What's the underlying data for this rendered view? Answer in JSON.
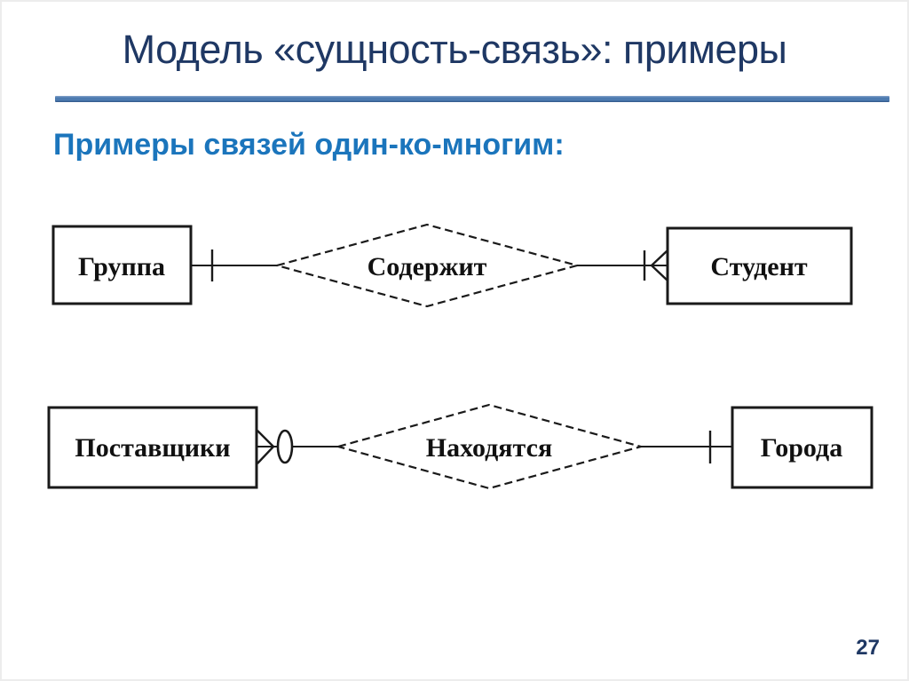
{
  "slide": {
    "title": "Модель «сущность-связь»: примеры",
    "subtitle": "Примеры связей один-ко-многим:",
    "page_number": "27",
    "colors": {
      "title_text": "#1f3864",
      "subtitle_text": "#1b75bc",
      "divider": "#4d7bb0",
      "diagram_stroke": "#1a1a1a",
      "background": "#ffffff"
    }
  },
  "diagrams": [
    {
      "id": "group-contains-student",
      "left_entity": "Группа",
      "relationship": "Содержит",
      "right_entity": "Студент",
      "left_cardinality": "one (single tick)",
      "right_cardinality": "many (tick + crow's foot)"
    },
    {
      "id": "suppliers-located-in-cities",
      "left_entity": "Поставщики",
      "relationship": "Находятся",
      "right_entity": "Города",
      "left_cardinality": "many optional (crow's foot + oval)",
      "right_cardinality": "one (single tick)"
    }
  ]
}
